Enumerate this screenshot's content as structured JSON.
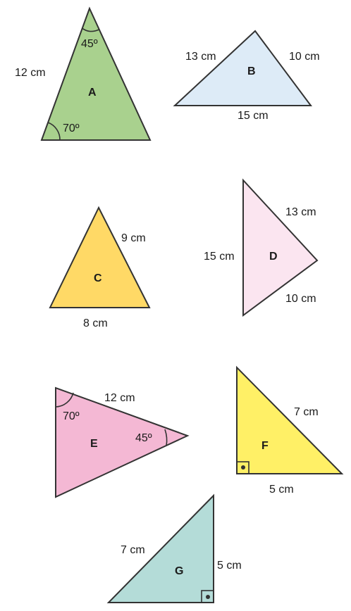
{
  "colors": {
    "A": "#a9d18e",
    "B": "#ddebf7",
    "C": "#ffd966",
    "D": "#fbe5f0",
    "E": "#f4b8d4",
    "F": "#fff066",
    "G": "#b4dcd8",
    "stroke": "#333333"
  },
  "triangles": {
    "A": {
      "letter": "A",
      "side_left": "12 cm",
      "angle_top": "45º",
      "angle_bottom_left": "70º"
    },
    "B": {
      "letter": "B",
      "side_left": "13 cm",
      "side_right": "10 cm",
      "side_bottom": "15 cm"
    },
    "C": {
      "letter": "C",
      "side_right": "9 cm",
      "side_bottom": "8 cm"
    },
    "D": {
      "letter": "D",
      "side_left": "15 cm",
      "side_top": "13 cm",
      "side_bottom": "10 cm"
    },
    "E": {
      "letter": "E",
      "side_top": "12 cm",
      "angle_left": "70º",
      "angle_right": "45º"
    },
    "F": {
      "letter": "F",
      "side_hyp": "7 cm",
      "side_bottom": "5 cm",
      "right_angle_icon": "right-angle-marker"
    },
    "G": {
      "letter": "G",
      "side_hyp": "7 cm",
      "side_right": "5 cm",
      "right_angle_icon": "right-angle-marker"
    }
  }
}
